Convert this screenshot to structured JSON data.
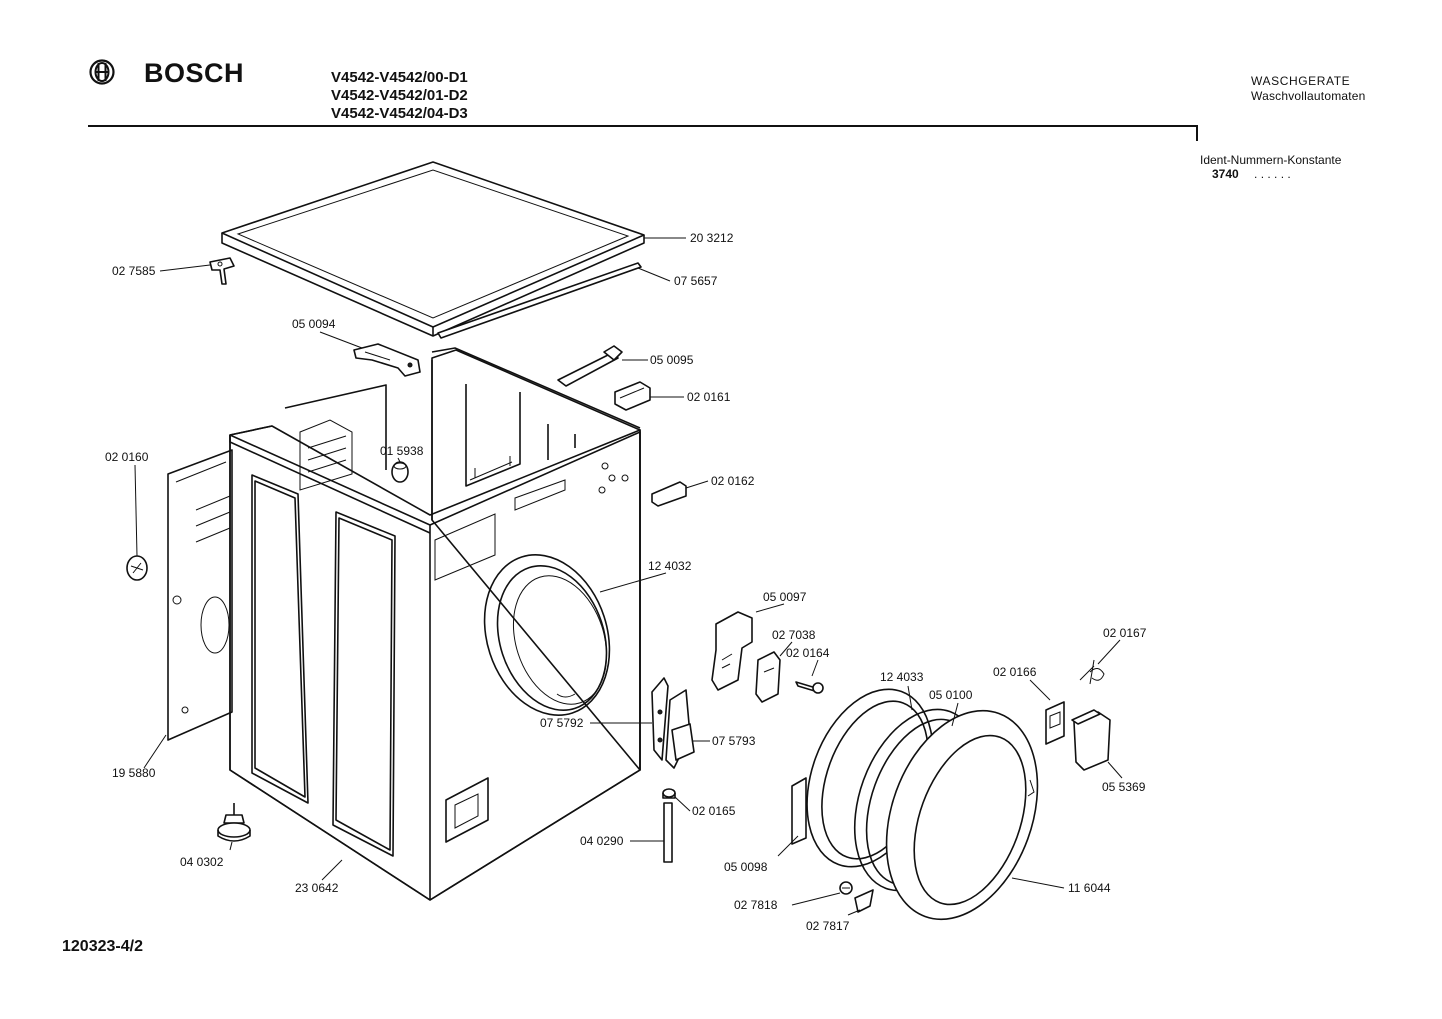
{
  "header": {
    "brand": "BOSCH",
    "models": [
      "V4542-V4542/00-D1",
      "V4542-V4542/01-D2",
      "V4542-V4542/04-D3"
    ],
    "category": "WASCHGERATE",
    "subcategory": "Waschvollautomaten",
    "ident_label": "Ident-Nummern-Konstante",
    "ident_value": "3740",
    "ident_dots": ". .  . . . ."
  },
  "footer": {
    "drawing_number": "120323-4/2"
  },
  "parts": [
    "20 3212",
    "02 7585",
    "07 5657",
    "05 0094",
    "05 0095",
    "02 0161",
    "02 0160",
    "01 5938",
    "02 0162",
    "12 4032",
    "05 0097",
    "02 7038",
    "02 0164",
    "02 0167",
    "12 4033",
    "05 0100",
    "02 0166",
    "07 5792",
    "07 5793",
    "05 5369",
    "19 5880",
    "02 0165",
    "04 0290",
    "04 0302",
    "23 0642",
    "05 0098",
    "11 6044",
    "02 7818",
    "02 7817"
  ]
}
